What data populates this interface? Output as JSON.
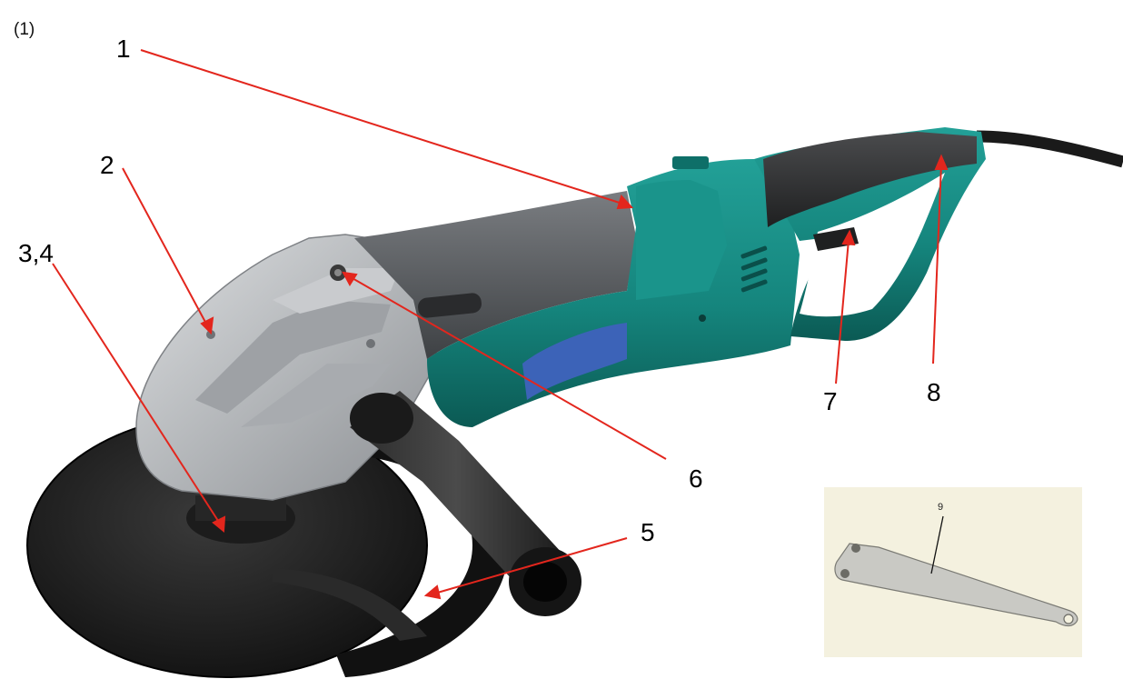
{
  "figure_number": "(1)",
  "callouts": [
    {
      "id": "c1",
      "label": "1"
    },
    {
      "id": "c2",
      "label": "2"
    },
    {
      "id": "c34",
      "label": "3,4"
    },
    {
      "id": "c5",
      "label": "5"
    },
    {
      "id": "c6",
      "label": "6"
    },
    {
      "id": "c7",
      "label": "7"
    },
    {
      "id": "c8",
      "label": "8"
    }
  ],
  "inset": {
    "label": "9"
  },
  "colors": {
    "body_teal": "#15857d",
    "body_teal_dark": "#0c5f59",
    "gear_silver": "#b9bcbf",
    "motor_grey": "#56595d",
    "grip_black": "#2c2d2f",
    "disc_black": "#1b1b1b",
    "arrow_red": "#e3261d",
    "vent_blue": "#3c63b8",
    "inset_bg": "#f4f1df"
  }
}
